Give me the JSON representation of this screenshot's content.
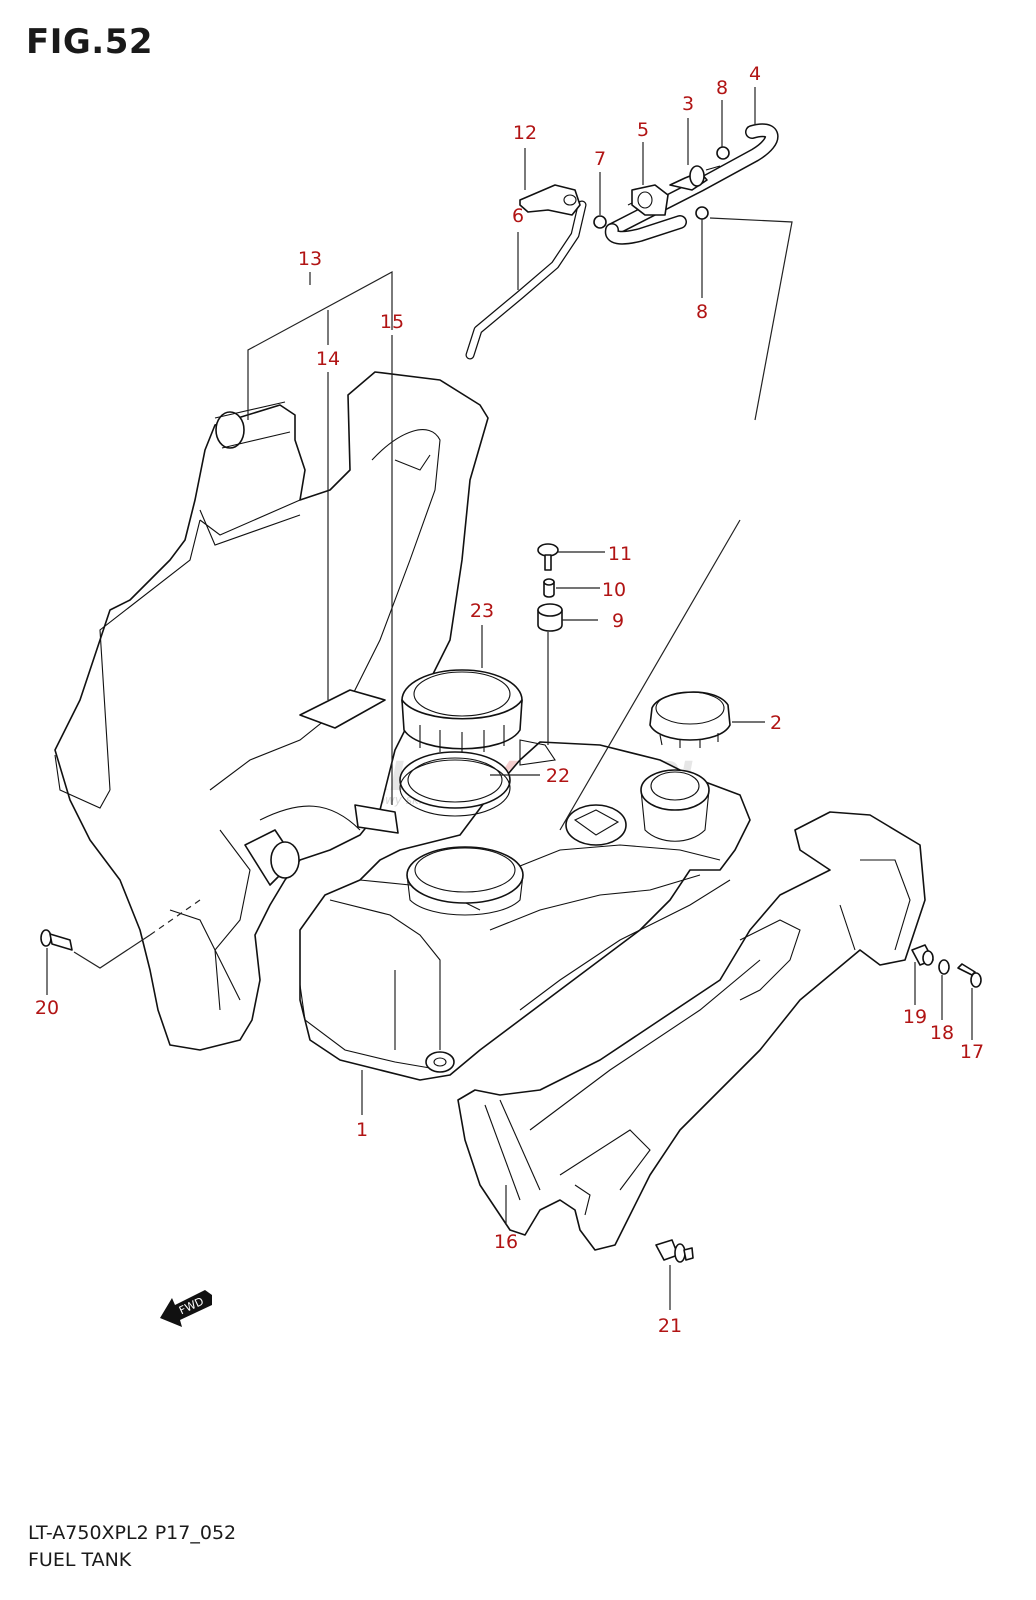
{
  "figure": {
    "title": "FIG.52",
    "model_code": "LT-A750XPL2 P17_052",
    "section_name": "FUEL TANK",
    "callout_color": "#b11414",
    "line_color": "#111111"
  },
  "watermark": {
    "brand_a": "SKLEP",
    "brand_b": "MOTO",
    "brand_c": "4S",
    "brand_d": ".PL",
    "tagline": "internetowy sklep motocyklowy"
  },
  "direction_badge": {
    "label": "FWD",
    "icon": "arrow-down-left-icon"
  },
  "callouts": [
    {
      "ref": "1",
      "part": "fuel-tank"
    },
    {
      "ref": "2",
      "part": "fuel-cap"
    },
    {
      "ref": "3",
      "part": "valve"
    },
    {
      "ref": "4",
      "part": "hose"
    },
    {
      "ref": "5",
      "part": "hose-joint"
    },
    {
      "ref": "6",
      "part": "breather-hose"
    },
    {
      "ref": "7",
      "part": "hose-clamp"
    },
    {
      "ref": "8",
      "part": "hose-clamp"
    },
    {
      "ref": "8",
      "part": "hose-clamp"
    },
    {
      "ref": "9",
      "part": "cushion"
    },
    {
      "ref": "10",
      "part": "spacer"
    },
    {
      "ref": "11",
      "part": "bolt"
    },
    {
      "ref": "12",
      "part": "hose-holder"
    },
    {
      "ref": "13",
      "part": "left-tank-cover-assembly"
    },
    {
      "ref": "14",
      "part": "cover-cushion"
    },
    {
      "ref": "15",
      "part": "cover-cushion-block"
    },
    {
      "ref": "16",
      "part": "right-tank-cover"
    },
    {
      "ref": "17",
      "part": "screw"
    },
    {
      "ref": "18",
      "part": "washer"
    },
    {
      "ref": "19",
      "part": "collar"
    },
    {
      "ref": "20",
      "part": "bolt"
    },
    {
      "ref": "21",
      "part": "clip"
    },
    {
      "ref": "22",
      "part": "gasket"
    },
    {
      "ref": "23",
      "part": "fuel-pump-ring"
    }
  ]
}
